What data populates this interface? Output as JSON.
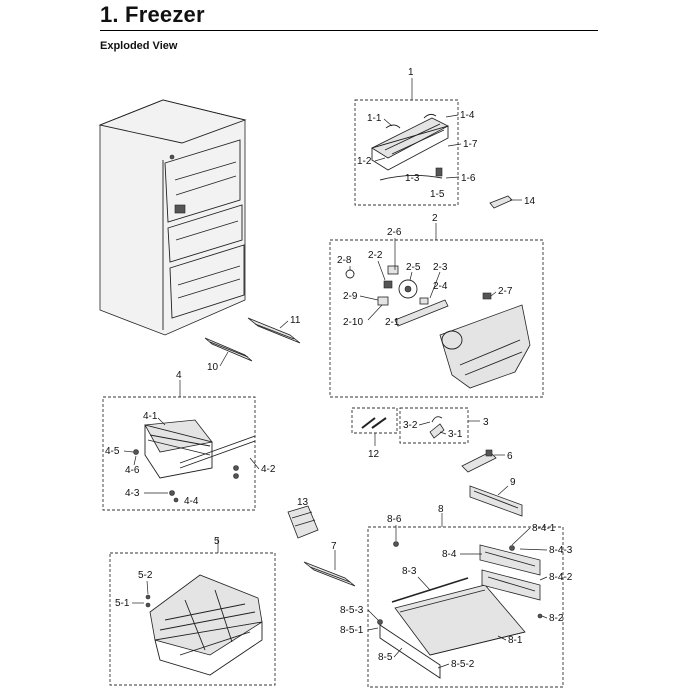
{
  "page": {
    "title": "1.  Freezer",
    "subtitle": "Exploded View"
  },
  "callouts": {
    "c1": "1",
    "c1_1": "1-1",
    "c1_2": "1-2",
    "c1_3": "1-3",
    "c1_4": "1-4",
    "c1_5": "1-5",
    "c1_6": "1-6",
    "c1_7": "1-7",
    "c14": "14",
    "c2": "2",
    "c2_1": "2-1",
    "c2_2": "2-2",
    "c2_3": "2-3",
    "c2_4": "2-4",
    "c2_5": "2-5",
    "c2_6": "2-6",
    "c2_7": "2-7",
    "c2_8": "2-8",
    "c2_9": "2-9",
    "c2_10": "2-10",
    "c11": "11",
    "c10": "10",
    "c4": "4",
    "c4_1": "4-1",
    "c4_2": "4-2",
    "c4_3": "4-3",
    "c4_4": "4-4",
    "c4_5": "4-5",
    "c4_6": "4-6",
    "c12": "12",
    "c3": "3",
    "c3_1": "3-1",
    "c3_2": "3-2",
    "c6": "6",
    "c9": "9",
    "c13": "13",
    "c7": "7",
    "c5": "5",
    "c5_1": "5-1",
    "c5_2": "5-2",
    "c8": "8",
    "c8_1": "8-1",
    "c8_2": "8-2",
    "c8_3": "8-3",
    "c8_4": "8-4",
    "c8_5": "8-5",
    "c8_6": "8-6",
    "c8_4_1": "8-4-1",
    "c8_4_2": "8-4-2",
    "c8_4_3": "8-4-3",
    "c8_5_1": "8-5-1",
    "c8_5_2": "8-5-2",
    "c8_5_3": "8-5-3"
  }
}
